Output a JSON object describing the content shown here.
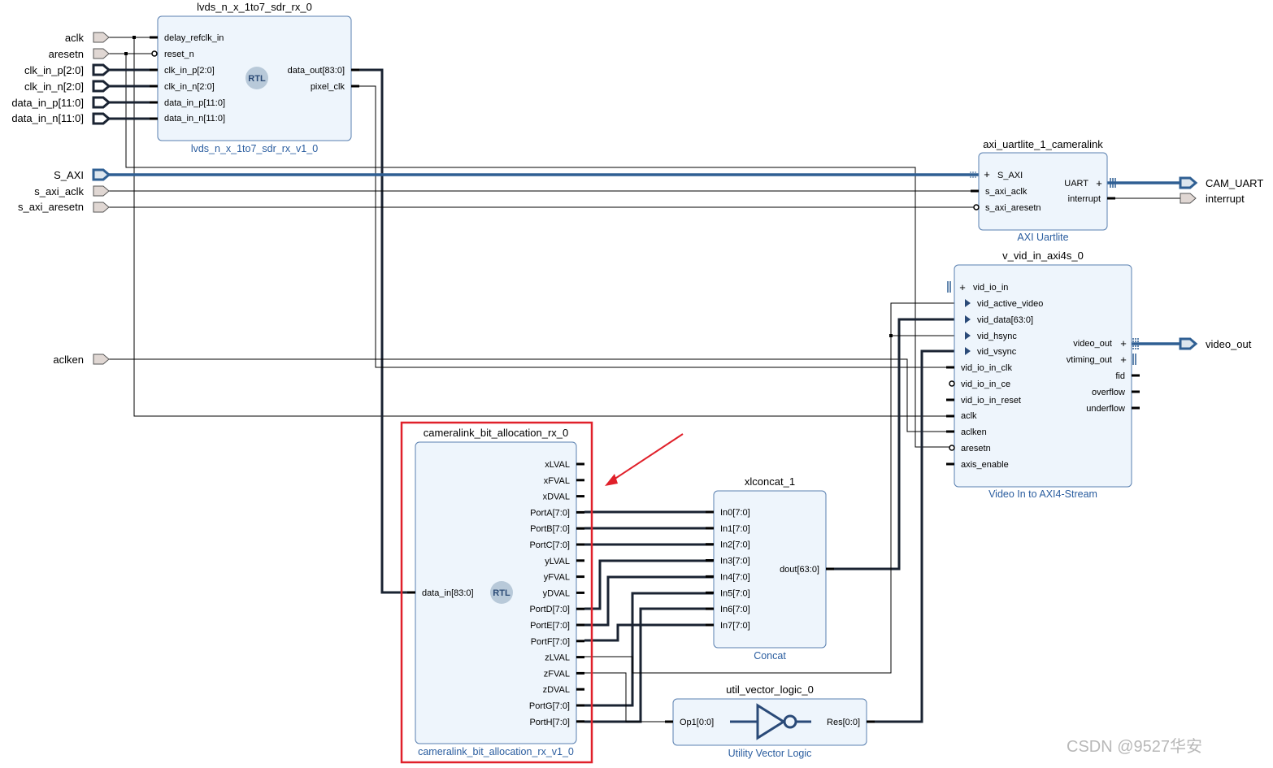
{
  "blocks": {
    "lvds": {
      "instance": "lvds_n_x_1to7_sdr_rx_0",
      "module": "lvds_n_x_1to7_sdr_rx_v1_0",
      "badge": "RTL",
      "in_pins": [
        "delay_refclk_in",
        "reset_n",
        "clk_in_p[2:0]",
        "clk_in_n[2:0]",
        "data_in_p[11:0]",
        "data_in_n[11:0]"
      ],
      "out_pins": [
        "data_out[83:0]",
        "pixel_clk"
      ]
    },
    "uart": {
      "instance": "axi_uartlite_1_cameralink",
      "module": "AXI Uartlite",
      "in_pins": [
        "S_AXI",
        "s_axi_aclk",
        "s_axi_aresetn"
      ],
      "out_pins": [
        "UART",
        "interrupt"
      ]
    },
    "vid": {
      "instance": "v_vid_in_axi4s_0",
      "module": "Video In to AXI4-Stream",
      "in_pins": [
        "vid_io_in",
        "vid_active_video",
        "vid_data[63:0]",
        "vid_hsync",
        "vid_vsync",
        "vid_io_in_clk",
        "vid_io_in_ce",
        "vid_io_in_reset",
        "aclk",
        "aclken",
        "aresetn",
        "axis_enable"
      ],
      "out_pins": [
        "video_out",
        "vtiming_out",
        "fid",
        "overflow",
        "underflow"
      ]
    },
    "cam": {
      "instance": "cameralink_bit_allocation_rx_0",
      "module": "cameralink_bit_allocation_rx_v1_0",
      "badge": "RTL",
      "in_pins": [
        "data_in[83:0]"
      ],
      "out_pins": [
        "xLVAL",
        "xFVAL",
        "xDVAL",
        "PortA[7:0]",
        "PortB[7:0]",
        "PortC[7:0]",
        "yLVAL",
        "yFVAL",
        "yDVAL",
        "PortD[7:0]",
        "PortE[7:0]",
        "PortF[7:0]",
        "zLVAL",
        "zFVAL",
        "zDVAL",
        "PortG[7:0]",
        "PortH[7:0]"
      ]
    },
    "concat": {
      "instance": "xlconcat_1",
      "module": "Concat",
      "in_pins": [
        "In0[7:0]",
        "In1[7:0]",
        "In2[7:0]",
        "In3[7:0]",
        "In4[7:0]",
        "In5[7:0]",
        "In6[7:0]",
        "In7[7:0]"
      ],
      "out_pins": [
        "dout[63:0]"
      ]
    },
    "uvl": {
      "instance": "util_vector_logic_0",
      "module": "Utility Vector Logic",
      "in_pins": [
        "Op1[0:0]"
      ],
      "out_pins": [
        "Res[0:0]"
      ]
    }
  },
  "external_inputs": [
    "aclk",
    "aresetn",
    "clk_in_p[2:0]",
    "clk_in_n[2:0]",
    "data_in_p[11:0]",
    "data_in_n[11:0]",
    "S_AXI",
    "s_axi_aclk",
    "s_axi_aresetn",
    "aclken"
  ],
  "external_outputs": [
    "CAM_UART",
    "interrupt",
    "video_out"
  ],
  "highlight_color": "#e0202a",
  "wire_color": "#000000",
  "bus_color": "#1a2332",
  "axi_color": "#2f5f93",
  "block_fill": "#eef5fc",
  "watermark": "CSDN @9527华安"
}
